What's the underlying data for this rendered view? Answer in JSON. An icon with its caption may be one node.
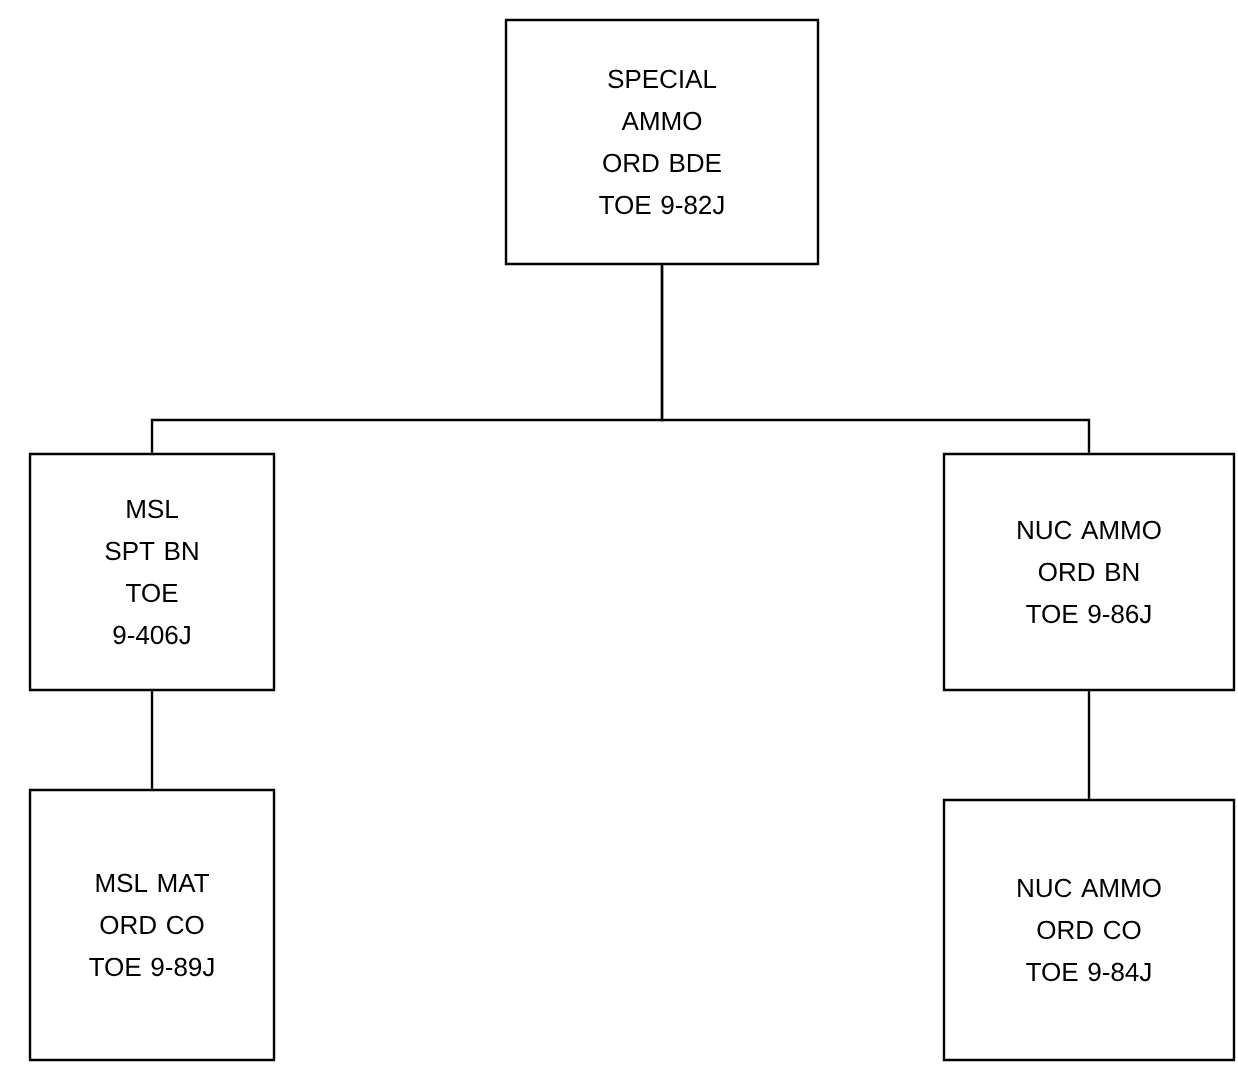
{
  "diagram": {
    "nodes": [
      {
        "text": [
          "SPECIAL AMMO ORD BDE",
          "TOE 9-82J"
        ]
      },
      {
        "text": [
          "MSL SPT BN",
          "TOE 9-406J"
        ]
      },
      {
        "text": [
          "NUC AMMO ORD BN",
          "TOE 9-86J"
        ]
      },
      {
        "text": [
          "MSL MAT ORD CO",
          "TOE 9-89J"
        ]
      },
      {
        "text": [
          "NUC AMMO ORD CO",
          "TOE 9-84J"
        ]
      }
    ],
    "edges": [
      {
        "from": 0,
        "to": 1,
        "arrow": "none"
      },
      {
        "from": 0,
        "to": 2,
        "arrow": "none"
      },
      {
        "from": 1,
        "to": 3,
        "arrow": "none"
      },
      {
        "from": 2,
        "to": 4,
        "arrow": "none"
      }
    ]
  }
}
